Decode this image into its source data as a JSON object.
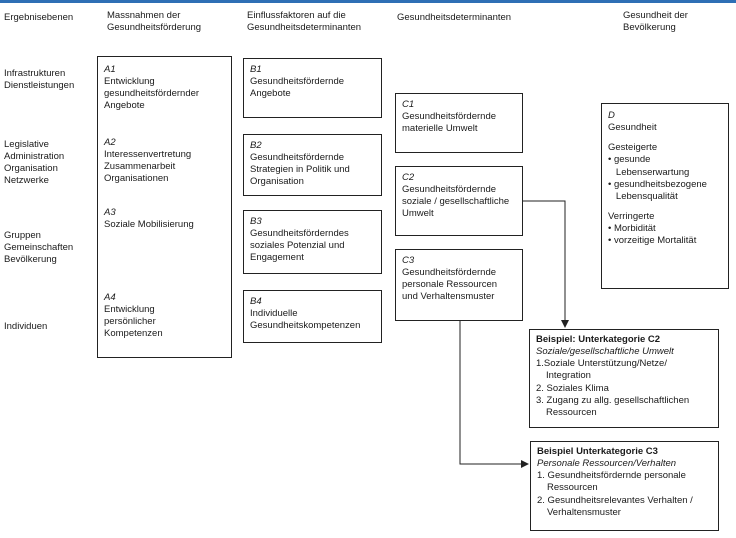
{
  "colors": {
    "accent": "#2e6fb5",
    "line": "#222222"
  },
  "headers": {
    "levels": "Ergebnisebenen",
    "measures": "Massnahmen der\nGesundheitsförderung",
    "factors": "Einflussfaktoren auf die\nGesundheitsdeterminanten",
    "determinants": "Gesundheitsdeterminanten",
    "health": "Gesundheit der\nBevölkerung"
  },
  "levels": {
    "infrastructure": "Infrastrukturen\nDienstleistungen",
    "legislative": "Legislative\nAdministration\nOrganisation\nNetzwerke",
    "groups": "Gruppen\nGemeinschaften\nBevölkerung",
    "individuals": "Individuen"
  },
  "a_box": {
    "a1": {
      "code": "A1",
      "text": "Entwicklung\ngesundheitsfördernder\nAngebote"
    },
    "a2": {
      "code": "A2",
      "text": "Interessenvertretung\nZusammenarbeit\nOrganisationen"
    },
    "a3": {
      "code": "A3",
      "text": "Soziale Mobilisierung"
    },
    "a4": {
      "code": "A4",
      "text": "Entwicklung\npersönlicher\nKompetenzen"
    }
  },
  "b_boxes": {
    "b1": {
      "code": "B1",
      "text": "Gesundheitsfördernde\nAngebote"
    },
    "b2": {
      "code": "B2",
      "text": "Gesundheitsfördernde\nStrategien in Politik und\nOrganisation"
    },
    "b3": {
      "code": "B3",
      "text": "Gesundheitsförderndes\nsoziales Potenzial und\nEngagement"
    },
    "b4": {
      "code": "B4",
      "text": "Individuelle\nGesundheitskompetenzen"
    }
  },
  "c_boxes": {
    "c1": {
      "code": "C1",
      "text": "Gesundheitsfördernde\nmaterielle Umwelt"
    },
    "c2": {
      "code": "C2",
      "text": "Gesundheitsfördernde\nsoziale / gesellschaftliche\nUmwelt"
    },
    "c3": {
      "code": "C3",
      "text": "Gesundheitsfördernde\npersonale Ressourcen\nund Verhaltensmuster"
    }
  },
  "d_box": {
    "code": "D",
    "title": "Gesundheit",
    "increased": "Gesteigerte",
    "increased_items": [
      "• gesunde\n   Lebenserwartung",
      "• gesundheitsbezogene\n   Lebensqualität"
    ],
    "reduced": "Verringerte",
    "reduced_items": [
      "• Morbidität",
      "• vorzeitige Mortalität"
    ]
  },
  "example_c2": {
    "title": "Beispiel: Unterkategorie C2",
    "subtitle": "Soziale/gesellschaftliche Umwelt",
    "items": [
      "1.Soziale Unterstützung/Netze/\nIntegration",
      "2. Soziales Klima",
      "3. Zugang zu allg. gesellschaftlichen\nRessourcen"
    ]
  },
  "example_c3": {
    "title": "Beispiel Unterkategorie C3",
    "subtitle": "Personale Ressourcen/Verhalten",
    "items": [
      "1. Gesundheitsfördernde personale\nRessourcen",
      "2. Gesundheitsrelevantes Verhalten /\nVerhaltensmuster"
    ]
  }
}
